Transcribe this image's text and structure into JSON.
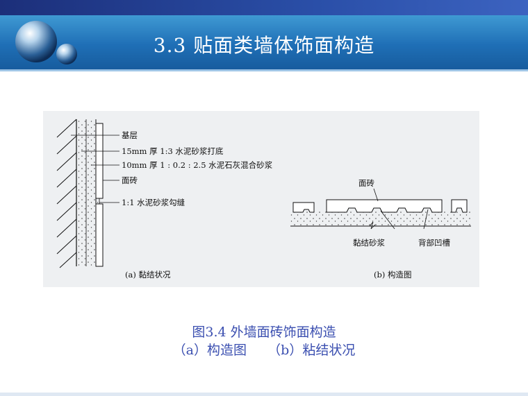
{
  "header": {
    "title": "3.3  贴面类墙体饰面构造"
  },
  "figure": {
    "left_labels": [
      "基层",
      "15mm 厚 1:3 水泥砂浆打底",
      "10mm 厚 1 : 0.2 : 2.5 水泥石灰混合砂浆",
      "面砖",
      "1:1 水泥砂浆勾缝"
    ],
    "left_caption": "(a) 黏结状况",
    "right_top_label": "面砖",
    "right_bottom_label_1": "黏结砂浆",
    "right_bottom_label_2": "背部凹槽",
    "right_caption": "(b) 构造图"
  },
  "caption": {
    "line1": "图3.4   外墙面砖饰面构造",
    "line2": "（a）构造图     （b）粘结状况"
  },
  "colors": {
    "header": "#1f6fb6",
    "topbar": "#1c2f7a",
    "caption": "#3b4fb0"
  }
}
